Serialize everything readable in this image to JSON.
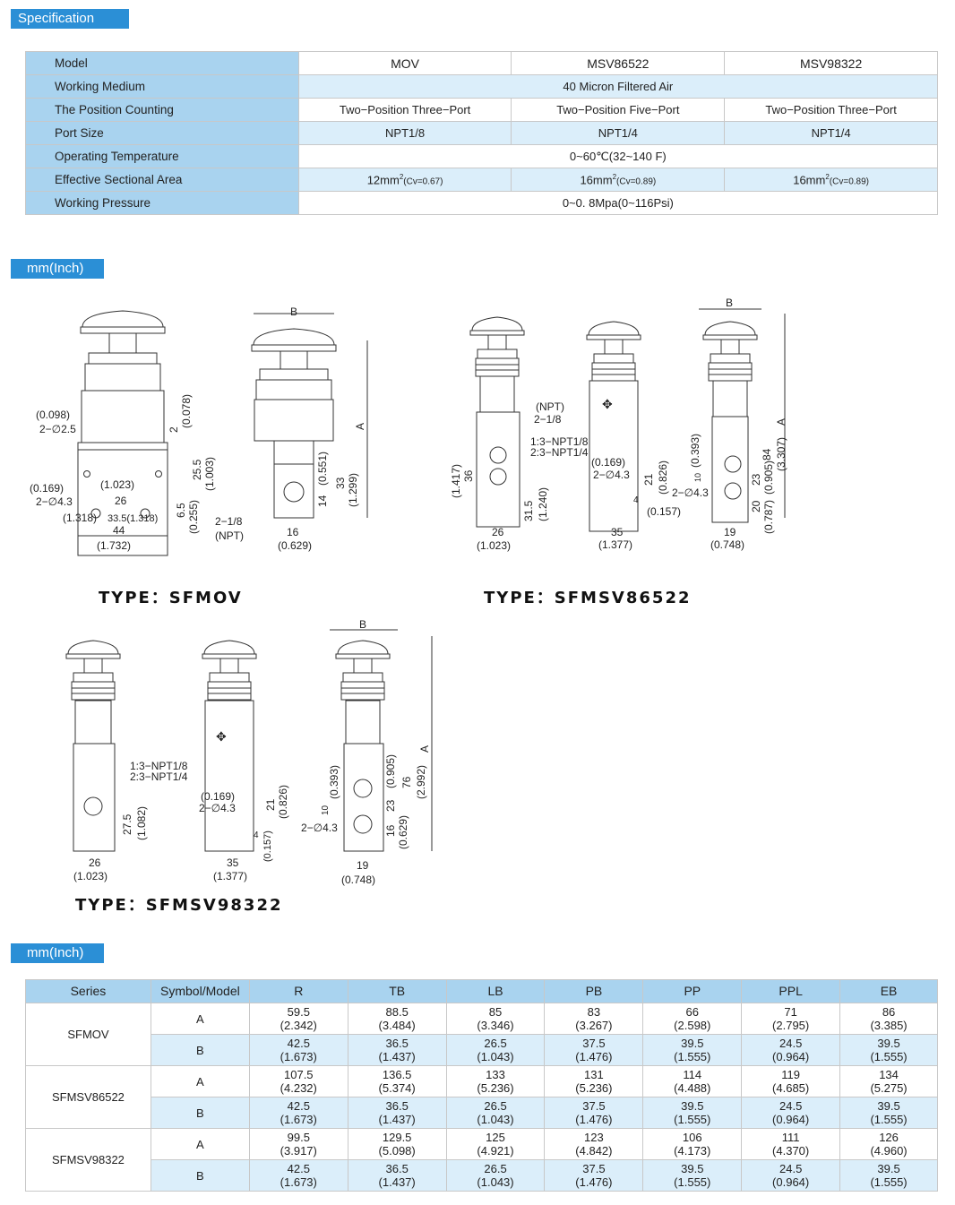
{
  "sections": {
    "spec_title": "Specification",
    "dims_title": "mm(Inch)",
    "table_title": "mm(Inch)"
  },
  "spec": {
    "header": {
      "label": "Model",
      "models": [
        "MOV",
        "MSV86522",
        "MSV98322"
      ]
    },
    "working_medium": {
      "label": "Working Medium",
      "value": "40 Micron Filtered Air"
    },
    "position_counting": {
      "label": "The Position Counting",
      "values": [
        "Two−Position Three−Port",
        "Two−Position Five−Port",
        "Two−Position Three−Port"
      ]
    },
    "port_size": {
      "label": "Port Size",
      "values": [
        "NPT1/8",
        "NPT1/4",
        "NPT1/4"
      ]
    },
    "operating_temperature": {
      "label": "Operating Temperature",
      "value": "0~60℃(32~140 F)"
    },
    "effective_area": {
      "label": "Effective Sectional Area",
      "values": [
        {
          "main": "12mm",
          "sup": "2",
          "cv": "(Cv=0.67)"
        },
        {
          "main": "16mm",
          "sup": "2",
          "cv": "(Cv=0.89)"
        },
        {
          "main": "16mm",
          "sup": "2",
          "cv": "(Cv=0.89)"
        }
      ]
    },
    "working_pressure": {
      "label": "Working Pressure",
      "value": "0~0. 8Mpa(0~116Psi)"
    }
  },
  "drawings": {
    "type_sfmov": "TYPE：SFMOV",
    "type_sfmsv86522": "TYPE：SFMSV86522",
    "type_sfmsv98322": "TYPE：SFMSV98322",
    "sfmov_dims": {
      "d0098": "(0.098)",
      "hole25": "2−∅2.5",
      "d0169": "(0.169)",
      "hole43": "2−∅4.3",
      "d1023": "(1.023)",
      "d26": "26",
      "d1318a": "(1.318)",
      "d335": "33.5(1.318)",
      "d44": "44",
      "d1732": "(1.732)",
      "v2": "2",
      "v0078": "(0.078)",
      "v255": "25.5",
      "v1003": "(1.003)",
      "v65": "6.5",
      "v0255": "(0.255)",
      "B": "B",
      "A": "A",
      "v0551": "(0.551)",
      "v14": "14",
      "v33": "33",
      "v1299": "(1.299)",
      "npt18": "2−1/8",
      "npt": "(NPT)",
      "d16": "16",
      "d0629": "(0.629)"
    },
    "sfmsv86522_dims": {
      "npt": "(NPT)",
      "npt218": "2−1/8",
      "n13": "1:3−NPT1/8",
      "n23": "2:3−NPT1/4",
      "v1417": "(1.417)",
      "v36": "36",
      "v315": "31.5",
      "v1240": "(1.240)",
      "d26": "26",
      "d1023": "(1.023)",
      "d0169": "(0.169)",
      "hole43": "2−∅4.3",
      "v21": "21",
      "v0826": "(0.826)",
      "d0157": "(0.157)",
      "v4": "4",
      "d35": "35",
      "d1377": "(1.377)",
      "B": "B",
      "A": "A",
      "v0393": "(0.393)",
      "v10": "10",
      "v84": "84",
      "v3307": "(3.307)",
      "v23": "23",
      "v0905": "(0.905)",
      "v20": "20",
      "v0787": "(0.787)",
      "d19": "19",
      "d0748": "(0.748)"
    },
    "sfmsv98322_dims": {
      "n13": "1:3−NPT1/8",
      "n23": "2:3−NPT1/4",
      "v275": "27.5",
      "v1082": "(1.082)",
      "d26": "26",
      "d1023": "(1.023)",
      "d0169": "(0.169)",
      "hole43": "2−∅4.3",
      "v21": "21",
      "v0826": "(0.826)",
      "v0157": "(0.157)",
      "v4": "4",
      "d35": "35",
      "d1377": "(1.377)",
      "B": "B",
      "A": "A",
      "v0393": "(0.393)",
      "v10": "10",
      "v0905": "(0.905)",
      "v76": "76",
      "v2992": "(2.992)",
      "v23": "23",
      "v16": "16",
      "v0629": "(0.629)",
      "d19": "19",
      "d0748": "(0.748)"
    }
  },
  "dims_table": {
    "headers": [
      "Series",
      "Symbol/Model",
      "R",
      "TB",
      "LB",
      "PB",
      "PP",
      "PPL",
      "EB"
    ],
    "groups": [
      {
        "series": "SFMOV",
        "rows": [
          {
            "symbol": "A",
            "values": [
              [
                "59.5",
                "(2.342)"
              ],
              [
                "88.5",
                "(3.484)"
              ],
              [
                "85",
                "(3.346)"
              ],
              [
                "83",
                "(3.267)"
              ],
              [
                "66",
                "(2.598)"
              ],
              [
                "71",
                "(2.795)"
              ],
              [
                "86",
                "(3.385)"
              ]
            ]
          },
          {
            "symbol": "B",
            "values": [
              [
                "42.5",
                "(1.673)"
              ],
              [
                "36.5",
                "(1.437)"
              ],
              [
                "26.5",
                "(1.043)"
              ],
              [
                "37.5",
                "(1.476)"
              ],
              [
                "39.5",
                "(1.555)"
              ],
              [
                "24.5",
                "(0.964)"
              ],
              [
                "39.5",
                "(1.555)"
              ]
            ]
          }
        ]
      },
      {
        "series": "SFMSV86522",
        "rows": [
          {
            "symbol": "A",
            "values": [
              [
                "107.5",
                "(4.232)"
              ],
              [
                "136.5",
                "(5.374)"
              ],
              [
                "133",
                "(5.236)"
              ],
              [
                "131",
                "(5.236)"
              ],
              [
                "114",
                "(4.488)"
              ],
              [
                "119",
                "(4.685)"
              ],
              [
                "134",
                "(5.275)"
              ]
            ]
          },
          {
            "symbol": "B",
            "values": [
              [
                "42.5",
                "(1.673)"
              ],
              [
                "36.5",
                "(1.437)"
              ],
              [
                "26.5",
                "(1.043)"
              ],
              [
                "37.5",
                "(1.476)"
              ],
              [
                "39.5",
                "(1.555)"
              ],
              [
                "24.5",
                "(0.964)"
              ],
              [
                "39.5",
                "(1.555)"
              ]
            ]
          }
        ]
      },
      {
        "series": "SFMSV98322",
        "rows": [
          {
            "symbol": "A",
            "values": [
              [
                "99.5",
                "(3.917)"
              ],
              [
                "129.5",
                "(5.098)"
              ],
              [
                "125",
                "(4.921)"
              ],
              [
                "123",
                "(4.842)"
              ],
              [
                "106",
                "(4.173)"
              ],
              [
                "111",
                "(4.370)"
              ],
              [
                "126",
                "(4.960)"
              ]
            ]
          },
          {
            "symbol": "B",
            "values": [
              [
                "42.5",
                "(1.673)"
              ],
              [
                "36.5",
                "(1.437)"
              ],
              [
                "26.5",
                "(1.043)"
              ],
              [
                "37.5",
                "(1.476)"
              ],
              [
                "39.5",
                "(1.555)"
              ],
              [
                "24.5",
                "(0.964)"
              ],
              [
                "39.5",
                "(1.555)"
              ]
            ]
          }
        ]
      }
    ]
  }
}
